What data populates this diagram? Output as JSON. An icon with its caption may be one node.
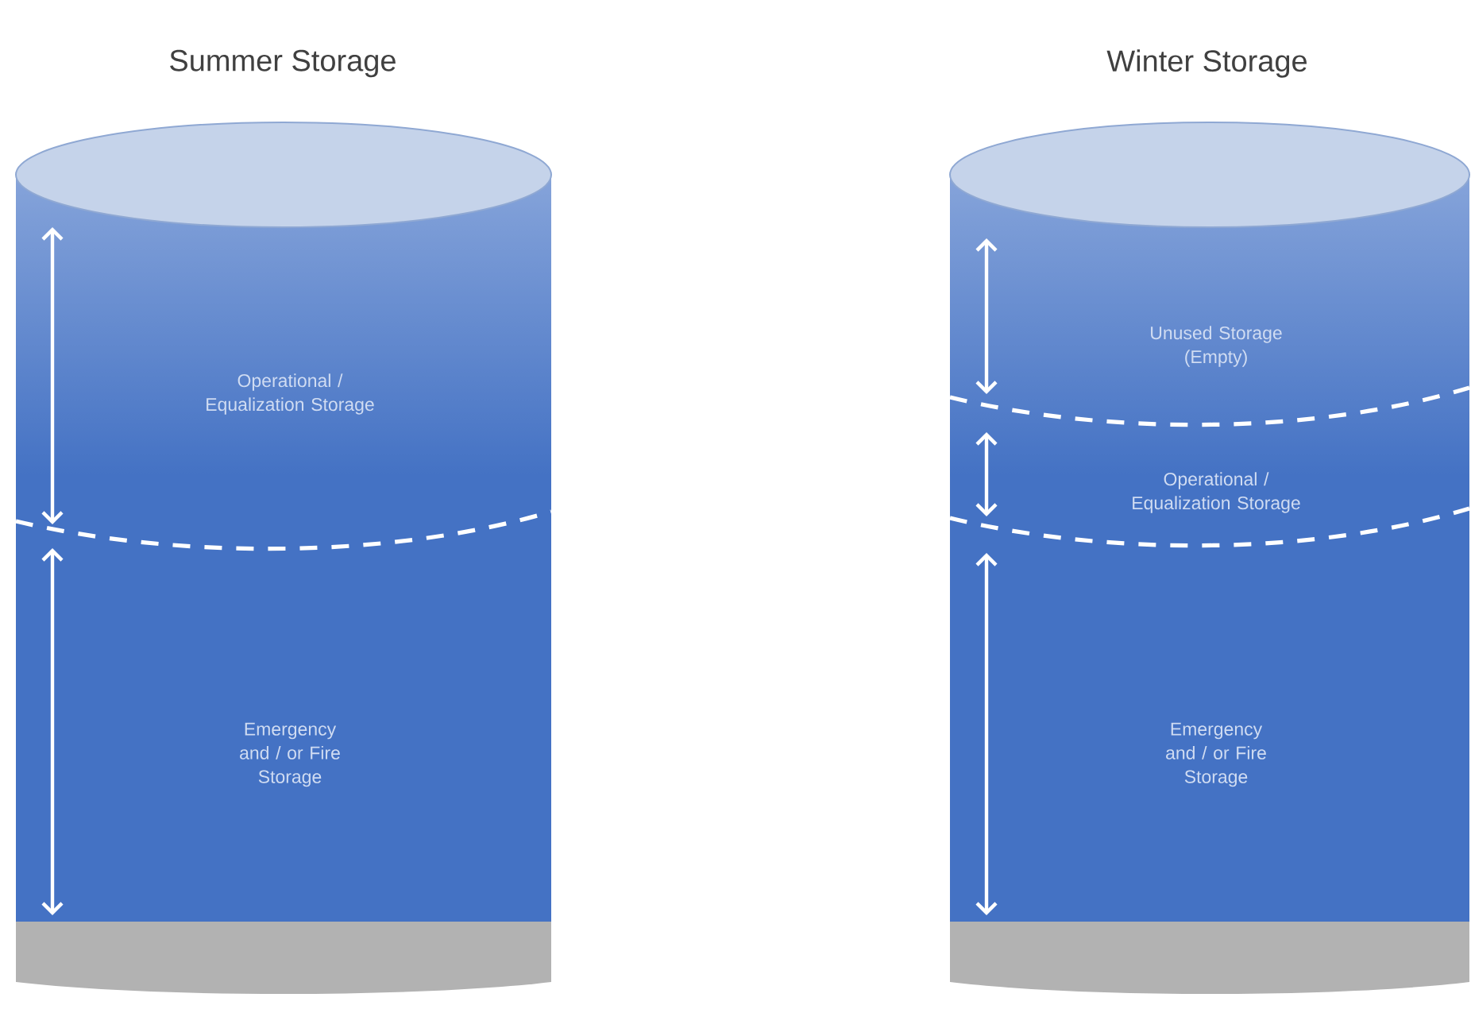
{
  "diagram": {
    "nodes": [
      {
        "text": [
          "Summer Storage"
        ]
      },
      {
        "text": [
          "Operational / Equalization Storage"
        ],
        "in": 0
      },
      {
        "text": [
          "Emergency and / or Fire Storage"
        ],
        "in": 0
      },
      {
        "text": [
          "Winter Storage"
        ]
      },
      {
        "text": [
          "Unused Storage (Empty)"
        ],
        "in": 3
      },
      {
        "text": [
          "Operational / Equalization Storage"
        ],
        "in": 3
      },
      {
        "text": [
          "Emergency and / or Fire Storage"
        ],
        "in": 3
      }
    ]
  }
}
